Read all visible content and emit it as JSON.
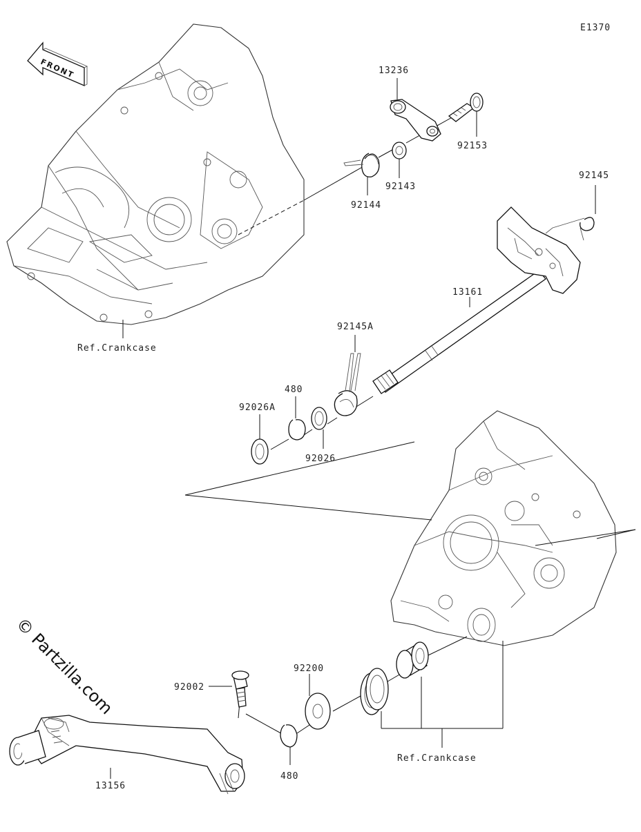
{
  "diagram_code": "E1370",
  "front_label": "FRONT",
  "watermark": "© Partzilla.com",
  "labels": {
    "p13236": "13236",
    "p92153": "92153",
    "p92143": "92143",
    "p92144": "92144",
    "p92145": "92145",
    "p13161": "13161",
    "p92145A": "92145A",
    "p480a": "480",
    "p92026A": "92026A",
    "p92026": "92026",
    "ref_crankcase_top": "Ref.Crankcase",
    "p92200": "92200",
    "p92002": "92002",
    "p13156": "13156",
    "p480b": "480",
    "ref_crankcase_bottom": "Ref.Crankcase"
  }
}
